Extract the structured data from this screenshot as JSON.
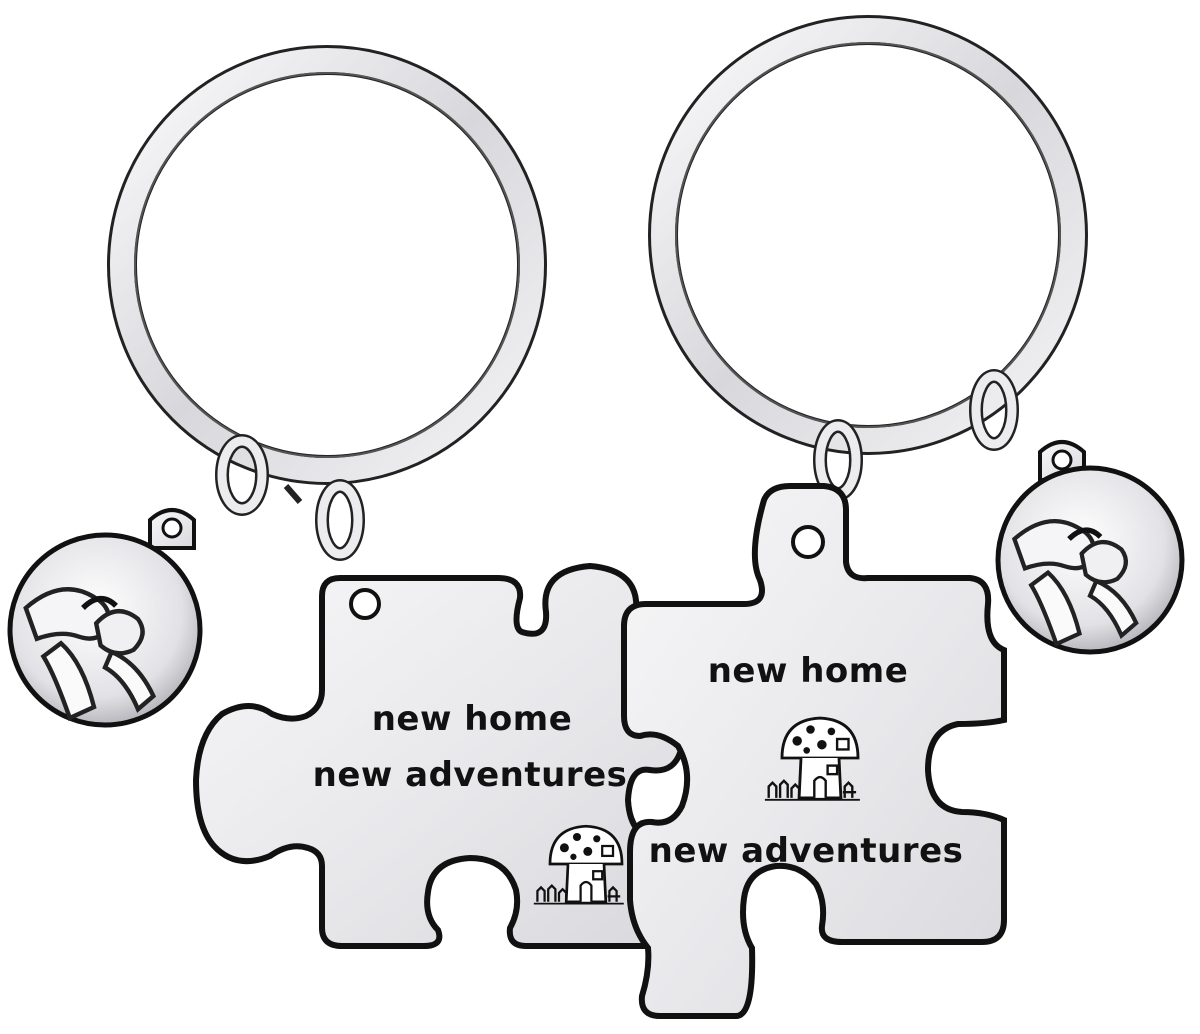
{
  "product": {
    "left_piece": {
      "line1": "new home",
      "line2": "new adventures"
    },
    "right_piece": {
      "line1": "new home",
      "line2": "new adventures"
    }
  },
  "colors": {
    "background": "#ffffff",
    "metal": "#e9e9ec",
    "metal_edge": "#1a1a1a",
    "engraving": "#111111"
  },
  "icons": [
    "keyring-icon",
    "puzzle-piece-icon",
    "mushroom-house-icon",
    "pinky-promise-charm-icon"
  ]
}
